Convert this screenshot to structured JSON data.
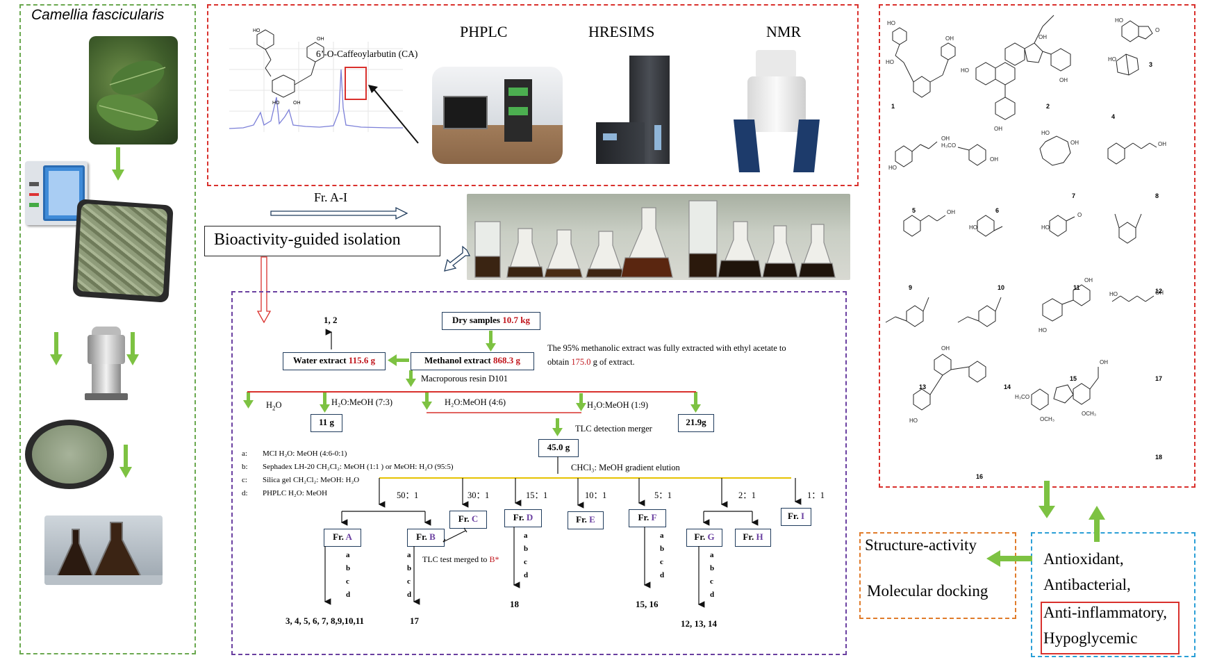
{
  "plant": {
    "title": "Camellia fascicularis"
  },
  "instruments": {
    "ca_label": "6’-O-Caffeoylarbutin (CA)",
    "phplc": "PHPLC",
    "hresims": "HRESIMS",
    "nmr": "NMR"
  },
  "isolation": {
    "fr_ai": "Fr. A-I",
    "title": "Bioactivity-guided isolation"
  },
  "flow": {
    "dry": {
      "label": "Dry samples ",
      "value": "10.7 kg"
    },
    "water": {
      "label": "Water extract ",
      "value": "115.6 g"
    },
    "methanol": {
      "label": "Methanol extract ",
      "value": "868.3 g"
    },
    "water_compounds": "1, 2",
    "note_line1": "The 95% methanolic extract was fully extracted with ethyl acetate to",
    "note_line2a": "obtain ",
    "note_line2b": "175.0",
    "note_line2c": " g of extract.",
    "resin": "Macroporous resin D101",
    "h2o": "H",
    "h2o_sub": "2",
    "h2o_end": "O",
    "elu1": "H₂O:MeOH (7:3)",
    "elu2": "H₂O:MeOH (4:6)",
    "elu3": "H₂O:MeOH (1:9)",
    "fr11": "11 g",
    "fr219": "21.9g",
    "tlc_merge": "TLC detection merger",
    "fr45": "45.0 g",
    "gradient": "CHCl₃: MeOH gradient elution",
    "legend": [
      {
        "k": "a:",
        "v": "MCI   H₂O: MeOH (4:6-0:1)"
      },
      {
        "k": "b:",
        "v": "Sephadex LH-20  CH₂Cl₂: MeOH (1:1 ) or MeOH: H₂O (95:5)"
      },
      {
        "k": "c:",
        "v": "Silica gel   CH₂Cl₂: MeOH: H₂O"
      },
      {
        "k": "d:",
        "v": "PHPLC   H₂O: MeOH"
      }
    ],
    "ratios": [
      "50：1",
      "30：1",
      "15：1",
      "10：1",
      "5：1",
      "2：1",
      "1：1"
    ],
    "fractions": [
      "A",
      "B",
      "C",
      "D",
      "E",
      "F",
      "G",
      "H",
      "I"
    ],
    "fr_prefix": "Fr. ",
    "steps": [
      "a",
      "b",
      "c",
      "d"
    ],
    "tlc_test": "TLC test merged to ",
    "tlc_target": "B*",
    "results": {
      "a": "3, 4, 5, 6, 7, 8,9,10,11",
      "b": "17",
      "d": "18",
      "f": "15, 16",
      "g": "12, 13, 14"
    }
  },
  "compounds": [
    "1",
    "2",
    "3",
    "4",
    "5",
    "6",
    "7",
    "8",
    "9",
    "10",
    "11",
    "12",
    "13",
    "14",
    "15",
    "17",
    "16",
    "18"
  ],
  "outcomes": {
    "structure_activity": "Structure-activity",
    "docking": "Molecular docking",
    "antioxidant": "Antioxidant,",
    "antibacterial": "Antibacterial,",
    "anti_inflammatory": "Anti-inflammatory,",
    "hypoglycemic": "Hypoglycemic"
  },
  "colors": {
    "green": "#6aa84f",
    "arrow_green": "#7dc242",
    "red": "#d9302c",
    "purple": "#6a3fa0",
    "orange": "#e07b2a",
    "blue": "#2a9fd6",
    "navy": "#1f3b5c",
    "highlight": "#c0141b"
  }
}
